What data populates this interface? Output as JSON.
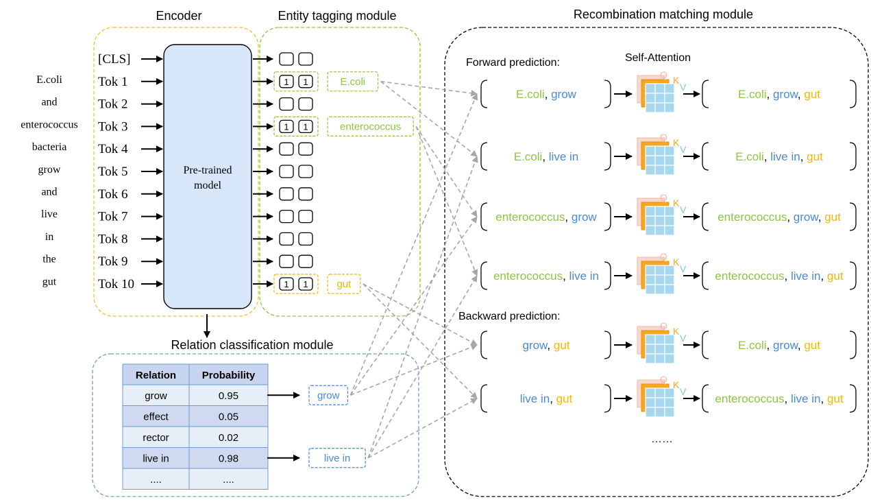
{
  "colors": {
    "entity": "#8cc63f",
    "relation": "#4a8ad4",
    "object": "#f5b800",
    "encoder_border": "#f2c02e",
    "tagging_border": "#8cc63f",
    "relation_border": "#6b9bd1",
    "model_fill": "#d7e6f8",
    "table_header": "#c7d5ef",
    "table_row_light": "#e8eef8",
    "table_row_dark": "#cfdaf1",
    "arrow_gray": "#a6a6a6",
    "q_color": "#f4b8a8",
    "k_color": "#f5a623",
    "v_color": "#7ec8e3"
  },
  "titles": {
    "encoder": "Encoder",
    "tagging": "Entity tagging module",
    "recombination": "Recombination matching module",
    "relation_module": "Relation classification module"
  },
  "sentence": [
    "E.coli",
    "and",
    "enterococcus",
    "bacteria",
    "grow",
    "and",
    "live",
    "in",
    "the",
    "gut"
  ],
  "tokens": [
    "[CLS]",
    "Tok 1",
    "Tok 2",
    "Tok 3",
    "Tok 4",
    "Tok 5",
    "Tok 6",
    "Tok 7",
    "Tok 8",
    "Tok 9",
    "Tok 10"
  ],
  "model_label": [
    "Pre-trained",
    "model"
  ],
  "tag_rows": [
    {
      "a": "",
      "b": ""
    },
    {
      "a": "1",
      "b": "1",
      "group": "entity"
    },
    {
      "a": "",
      "b": ""
    },
    {
      "a": "1",
      "b": "1",
      "group": "entity"
    },
    {
      "a": "",
      "b": ""
    },
    {
      "a": "",
      "b": ""
    },
    {
      "a": "",
      "b": ""
    },
    {
      "a": "",
      "b": ""
    },
    {
      "a": "",
      "b": ""
    },
    {
      "a": "",
      "b": ""
    },
    {
      "a": "1",
      "b": "1",
      "group": "object"
    }
  ],
  "entity_tags": [
    {
      "text": "E.coli",
      "row": 1,
      "type": "entity"
    },
    {
      "text": "enterococcus",
      "row": 3,
      "type": "entity"
    },
    {
      "text": "gut",
      "row": 10,
      "type": "object"
    }
  ],
  "relation_table": {
    "headers": [
      "Relation",
      "Probability"
    ],
    "rows": [
      [
        "grow",
        "0.95"
      ],
      [
        "effect",
        "0.05"
      ],
      [
        "rector",
        "0.02"
      ],
      [
        "live in",
        "0.98"
      ],
      [
        "....",
        "...."
      ]
    ]
  },
  "relation_tags": [
    {
      "text": "grow",
      "row": 0
    },
    {
      "text": "live in",
      "row": 3
    }
  ],
  "forward_label": "Forward prediction:",
  "backward_label": "Backward prediction:",
  "self_attention_label": "Self-Attention",
  "qkv": [
    "Q",
    "K",
    "V"
  ],
  "prediction_rows": [
    {
      "input": [
        [
          "E.coli",
          "entity"
        ],
        [
          ", ",
          "plain"
        ],
        [
          "grow",
          "relation"
        ]
      ],
      "output": [
        [
          "E.coli",
          "entity"
        ],
        [
          ", ",
          "plain"
        ],
        [
          "grow",
          "relation"
        ],
        [
          ", ",
          "plain"
        ],
        [
          "gut",
          "object"
        ]
      ]
    },
    {
      "input": [
        [
          "E.coli",
          "entity"
        ],
        [
          ", ",
          "plain"
        ],
        [
          "live in",
          "relation"
        ]
      ],
      "output": [
        [
          "E.coli",
          "entity"
        ],
        [
          ", ",
          "plain"
        ],
        [
          "live in",
          "relation"
        ],
        [
          ", ",
          "plain"
        ],
        [
          "gut",
          "object"
        ]
      ]
    },
    {
      "input": [
        [
          "enterococcus",
          "entity"
        ],
        [
          ", ",
          "plain"
        ],
        [
          "grow",
          "relation"
        ]
      ],
      "output": [
        [
          "enterococcus",
          "entity"
        ],
        [
          ", ",
          "plain"
        ],
        [
          "grow",
          "relation"
        ],
        [
          ", ",
          "plain"
        ],
        [
          "gut",
          "object"
        ]
      ]
    },
    {
      "input": [
        [
          "enterococcus",
          "entity"
        ],
        [
          ", ",
          "plain"
        ],
        [
          "live in",
          "relation"
        ]
      ],
      "output": [
        [
          "enterococcus",
          "entity"
        ],
        [
          ", ",
          "plain"
        ],
        [
          "live in",
          "relation"
        ],
        [
          ", ",
          "plain"
        ],
        [
          "gut",
          "object"
        ]
      ]
    },
    {
      "input": [
        [
          "grow",
          "relation"
        ],
        [
          ", ",
          "plain"
        ],
        [
          "gut",
          "object"
        ]
      ],
      "output": [
        [
          "E.coli",
          "entity"
        ],
        [
          ", ",
          "plain"
        ],
        [
          "grow",
          "relation"
        ],
        [
          ", ",
          "plain"
        ],
        [
          "gut",
          "object"
        ]
      ]
    },
    {
      "input": [
        [
          "live in",
          "relation"
        ],
        [
          ", ",
          "plain"
        ],
        [
          "gut",
          "object"
        ]
      ],
      "output": [
        [
          "enterococcus",
          "entity"
        ],
        [
          ", ",
          "plain"
        ],
        [
          "live in",
          "relation"
        ],
        [
          ", ",
          "plain"
        ],
        [
          "gut",
          "object"
        ]
      ]
    }
  ],
  "ellipsis": "……"
}
